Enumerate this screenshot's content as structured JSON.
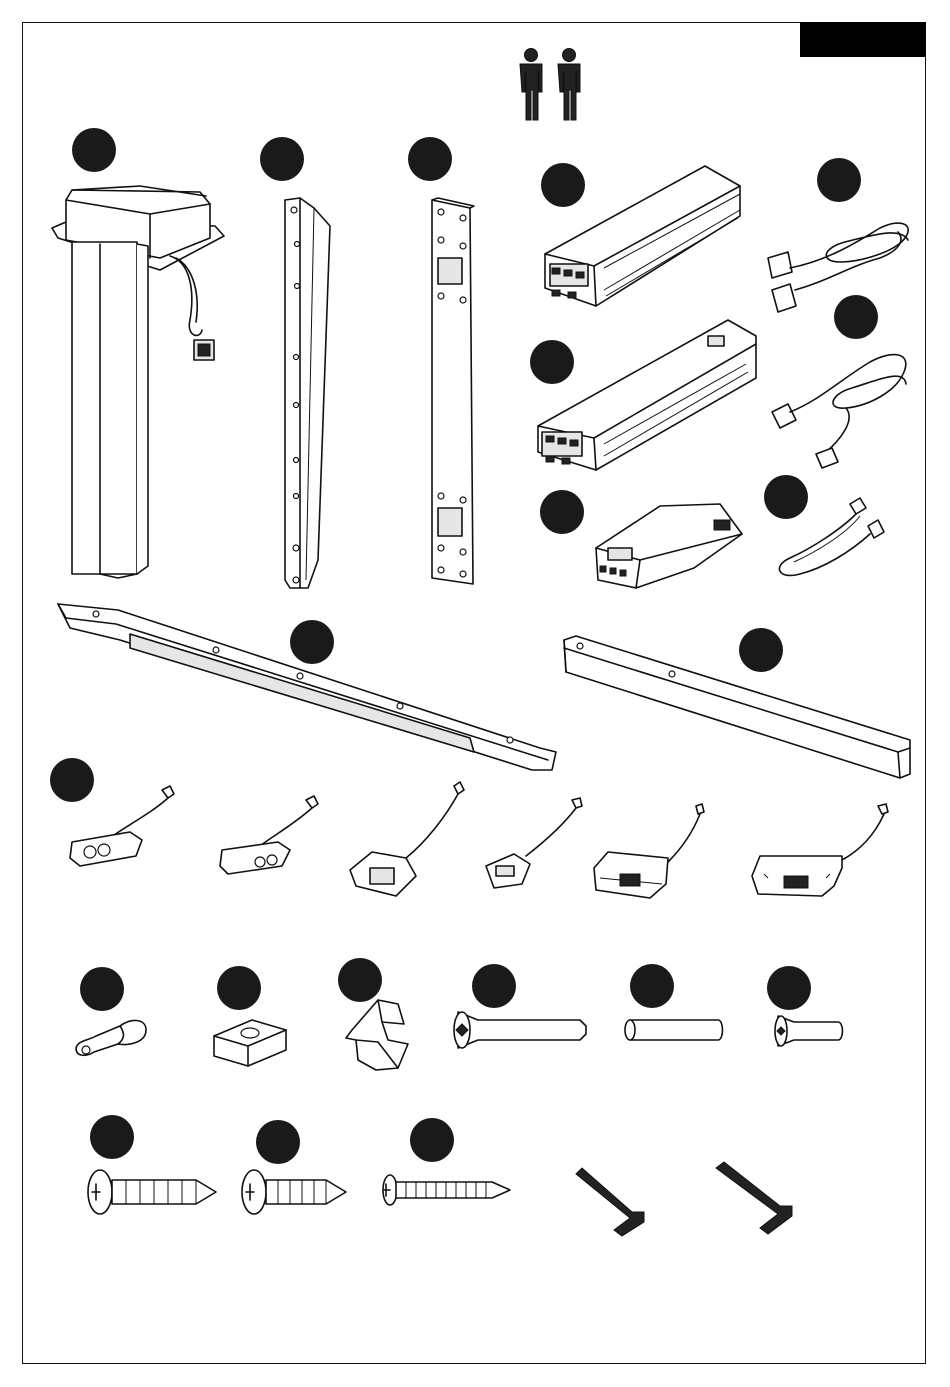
{
  "page": {
    "frame_color": "#111111",
    "tab_color": "#000000",
    "marker_color": "#1a1a1a"
  },
  "icons": {
    "two_person_lift": "two-person-lift-icon"
  },
  "parts": [
    {
      "name": "lifting-column-with-motor"
    },
    {
      "name": "side-bracket"
    },
    {
      "name": "foot-plate-bracket"
    },
    {
      "name": "control-box-large"
    },
    {
      "name": "power-cable-a"
    },
    {
      "name": "control-box-medium"
    },
    {
      "name": "power-cable-b"
    },
    {
      "name": "control-box-small"
    },
    {
      "name": "connection-cable"
    },
    {
      "name": "cross-beam"
    },
    {
      "name": "support-beam"
    },
    {
      "name": "handset-controllers"
    },
    {
      "name": "cable-clip"
    },
    {
      "name": "square-clamp"
    },
    {
      "name": "cable-hook"
    },
    {
      "name": "long-bolt"
    },
    {
      "name": "barrel-nut"
    },
    {
      "name": "short-bolt"
    },
    {
      "name": "wood-screw-large"
    },
    {
      "name": "wood-screw-medium"
    },
    {
      "name": "wood-screw-long"
    },
    {
      "name": "hex-key-small"
    },
    {
      "name": "hex-key-large"
    }
  ]
}
